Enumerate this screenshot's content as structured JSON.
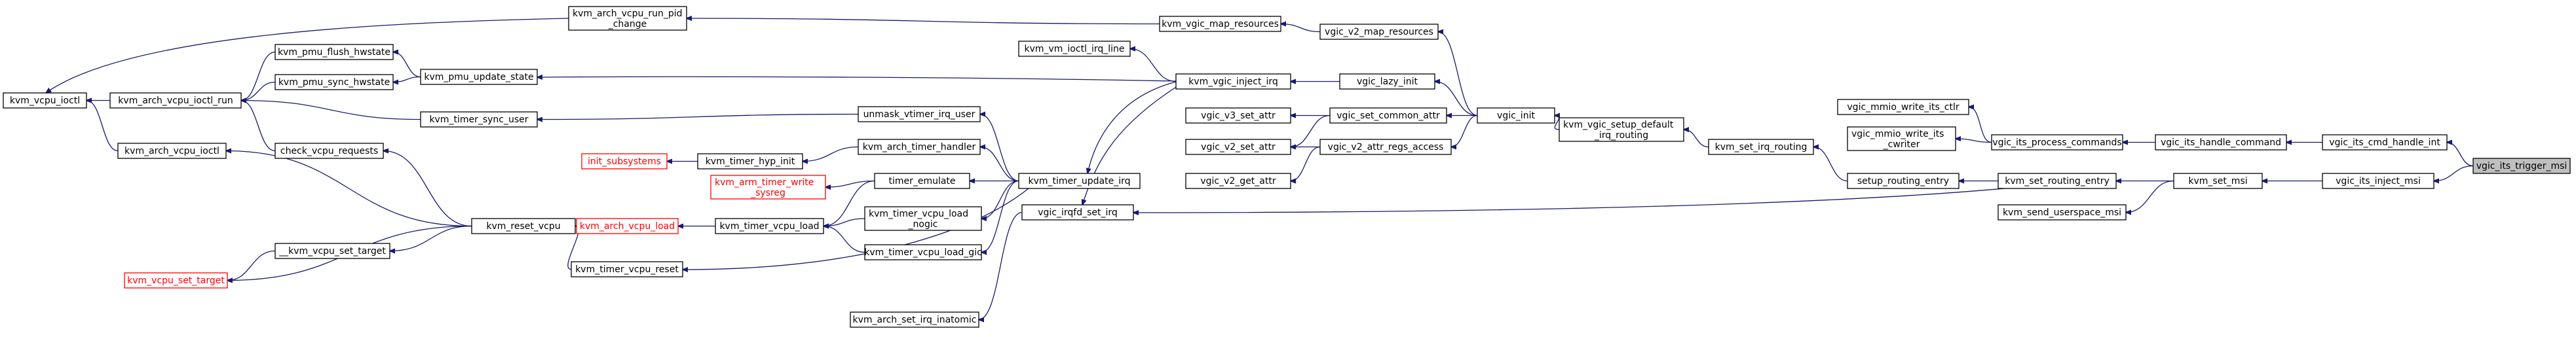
{
  "graph": {
    "colors": {
      "edge": "#191970",
      "focus_fill": "#bfbfbf",
      "link_red": "#ff0000"
    },
    "nodes": {
      "kvm_vcpu_ioctl": [
        "kvm_vcpu_ioctl"
      ],
      "kvm_arch_vcpu_ioctl_run": [
        "kvm_arch_vcpu_ioctl_run"
      ],
      "kvm_arch_vcpu_ioctl": [
        "kvm_arch_vcpu_ioctl"
      ],
      "kvm_vcpu_set_target": [
        "kvm_vcpu_set_target"
      ],
      "kvm_vcpu_set_target2": [
        "__kvm_vcpu_set_target"
      ],
      "check_vcpu_requests": [
        "check_vcpu_requests"
      ],
      "kvm_pmu_flush_hwstate": [
        "kvm_pmu_flush_hwstate"
      ],
      "kvm_pmu_sync_hwstate": [
        "kvm_pmu_sync_hwstate"
      ],
      "kvm_pmu_update_state": [
        "kvm_pmu_update_state"
      ],
      "kvm_timer_sync_user": [
        "kvm_timer_sync_user"
      ],
      "kvm_reset_vcpu": [
        "kvm_reset_vcpu"
      ],
      "kvm_arch_vcpu_run_pid_change": [
        "kvm_arch_vcpu_run_pid",
        "_change"
      ],
      "init_subsystems": [
        "init_subsystems"
      ],
      "kvm_timer_hyp_init": [
        "kvm_timer_hyp_init"
      ],
      "kvm_arch_timer_handler": [
        "kvm_arch_timer_handler"
      ],
      "unmask_vtimer_irq_user": [
        "unmask_vtimer_irq_user"
      ],
      "kvm_arm_timer_write_sysreg": [
        "kvm_arm_timer_write",
        "_sysreg"
      ],
      "timer_emulate": [
        "timer_emulate"
      ],
      "kvm_arch_vcpu_load": [
        "kvm_arch_vcpu_load"
      ],
      "kvm_timer_vcpu_load": [
        "kvm_timer_vcpu_load"
      ],
      "kvm_timer_vcpu_load_nogic": [
        "kvm_timer_vcpu_load",
        "_nogic"
      ],
      "kvm_timer_vcpu_load_gic": [
        "kvm_timer_vcpu_load_gic"
      ],
      "kvm_timer_vcpu_reset": [
        "kvm_timer_vcpu_reset"
      ],
      "kvm_arch_set_irq_inatomic": [
        "kvm_arch_set_irq_inatomic"
      ],
      "kvm_timer_update_irq": [
        "kvm_timer_update_irq"
      ],
      "vgic_irqfd_set_irq": [
        "vgic_irqfd_set_irq"
      ],
      "kvm_vm_ioctl_irq_line": [
        "kvm_vm_ioctl_irq_line"
      ],
      "kvm_vgic_map_resources": [
        "kvm_vgic_map_resources"
      ],
      "vgic_v2_map_resources": [
        "vgic_v2_map_resources"
      ],
      "kvm_vgic_inject_irq": [
        "kvm_vgic_inject_irq"
      ],
      "vgic_lazy_init": [
        "vgic_lazy_init"
      ],
      "vgic_v3_set_attr": [
        "vgic_v3_set_attr"
      ],
      "vgic_set_common_attr": [
        "vgic_set_common_attr"
      ],
      "vgic_v2_set_attr": [
        "vgic_v2_set_attr"
      ],
      "vgic_v2_attr_regs_access": [
        "vgic_v2_attr_regs_access"
      ],
      "vgic_v2_get_attr": [
        "vgic_v2_get_attr"
      ],
      "vgic_init": [
        "vgic_init"
      ],
      "kvm_vgic_setup_default_irq_routing": [
        "kvm_vgic_setup_default",
        "_irq_routing"
      ],
      "kvm_set_irq_routing": [
        "kvm_set_irq_routing"
      ],
      "setup_routing_entry": [
        "setup_routing_entry"
      ],
      "kvm_set_routing_entry": [
        "kvm_set_routing_entry"
      ],
      "kvm_send_userspace_msi": [
        "kvm_send_userspace_msi"
      ],
      "vgic_mmio_write_its_ctlr": [
        "vgic_mmio_write_its_ctlr"
      ],
      "vgic_mmio_write_its_cwriter": [
        "vgic_mmio_write_its",
        "_cwriter"
      ],
      "vgic_its_process_commands": [
        "vgic_its_process_commands"
      ],
      "vgic_its_handle_command": [
        "vgic_its_handle_command"
      ],
      "kvm_set_msi": [
        "kvm_set_msi"
      ],
      "vgic_its_cmd_handle_int": [
        "vgic_its_cmd_handle_int"
      ],
      "vgic_its_inject_msi": [
        "vgic_its_inject_msi"
      ],
      "vgic_its_trigger_msi": [
        "vgic_its_trigger_msi"
      ]
    }
  }
}
